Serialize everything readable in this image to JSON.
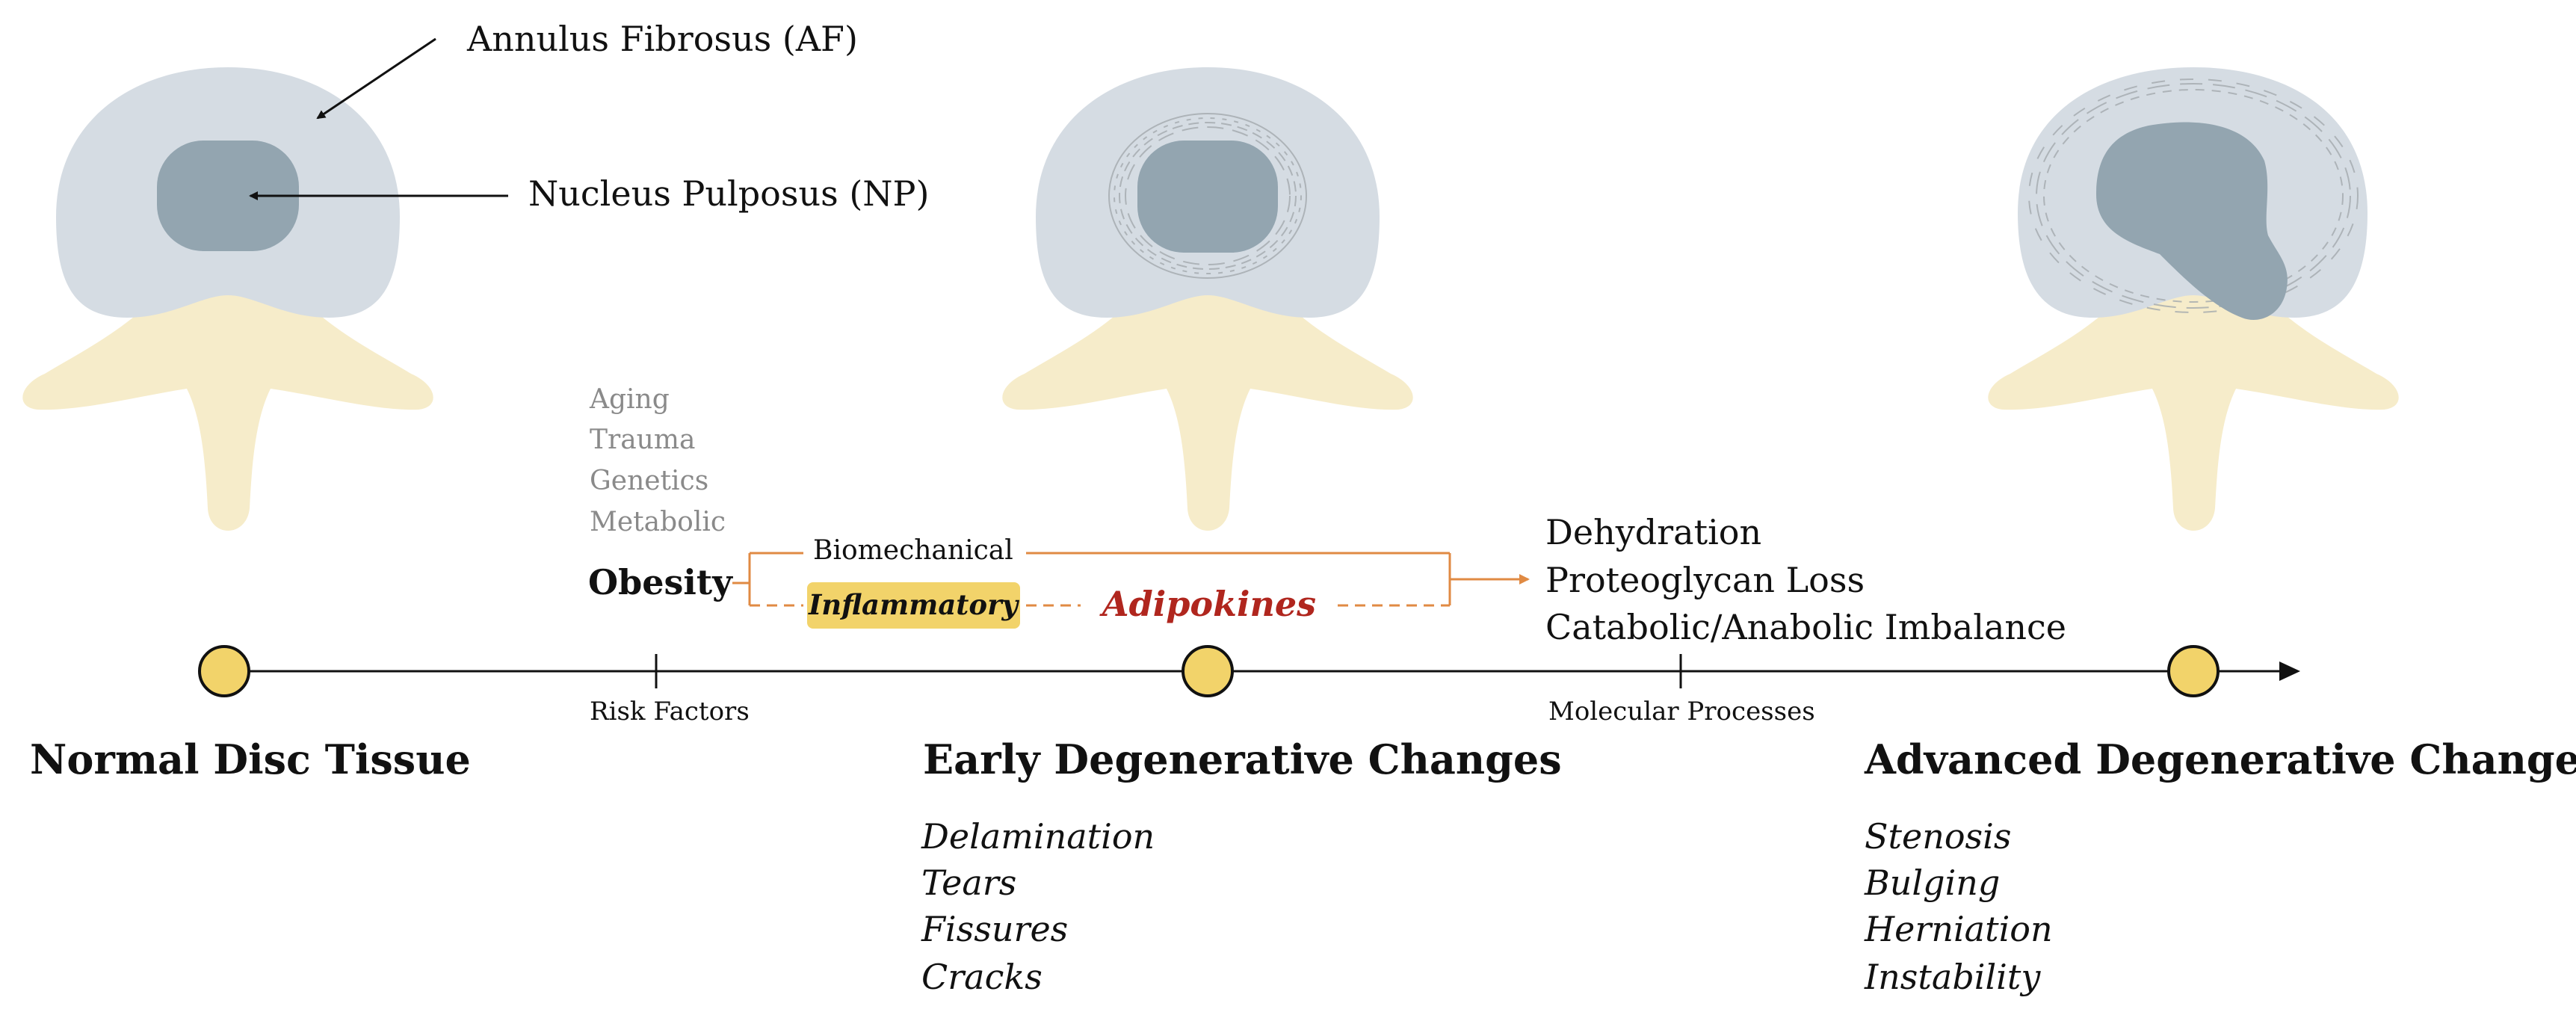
{
  "labels": {
    "annulus": "Annulus Fibrosus (AF)",
    "nucleus": "Nucleus Pulposus (NP)"
  },
  "risk_factors": {
    "items": [
      "Aging",
      "Trauma",
      "Genetics",
      "Metabolic"
    ],
    "obesity": "Obesity",
    "biomechanical": "Biomechanical",
    "inflammatory": "Inflammatory",
    "adipokines": "Adipokines"
  },
  "molecular": {
    "items": [
      "Dehydration",
      "Proteoglycan Loss",
      "Catabolic/Anabolic Imbalance"
    ]
  },
  "timeline": {
    "tick_risk": "Risk Factors",
    "tick_molecular": "Molecular Processes"
  },
  "stages": [
    {
      "title": "Normal Disc Tissue",
      "features": []
    },
    {
      "title": "Early Degenerative Changes",
      "features": [
        "Delamination",
        "Tears",
        "Fissures",
        "Cracks"
      ]
    },
    {
      "title": "Advanced Degenerative Changes",
      "features": [
        "Stenosis",
        "Bulging",
        "Herniation",
        "Instability"
      ]
    }
  ],
  "colors": {
    "disc": "#d5dce3",
    "nucleus": "#93a5b0",
    "bone": "#f6ecca",
    "marker": "#f2d36a",
    "orange": "#e08a43",
    "inflammatory_bg": "#f2d36a",
    "adipokines": "#b0261e",
    "gray_text": "#8a8a8a"
  }
}
